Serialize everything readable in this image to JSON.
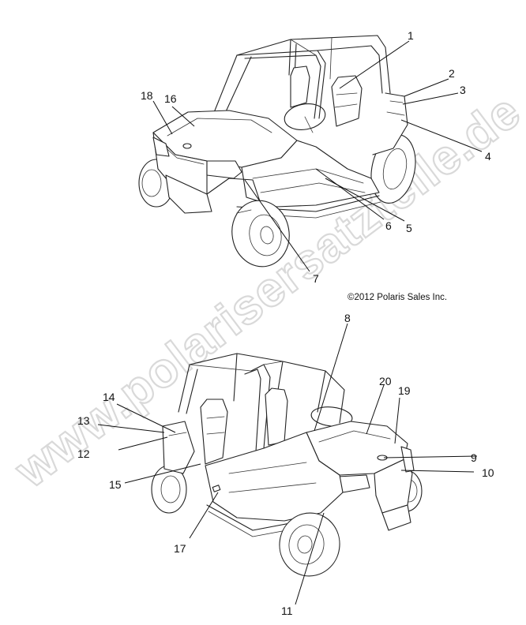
{
  "copyright": "©2012 Polaris Sales Inc.",
  "watermark": "www.polarisersatzteile.de",
  "callouts": [
    "1",
    "2",
    "3",
    "4",
    "5",
    "6",
    "7",
    "8",
    "9",
    "10",
    "11",
    "12",
    "13",
    "14",
    "15",
    "16",
    "17",
    "18",
    "19",
    "20"
  ]
}
